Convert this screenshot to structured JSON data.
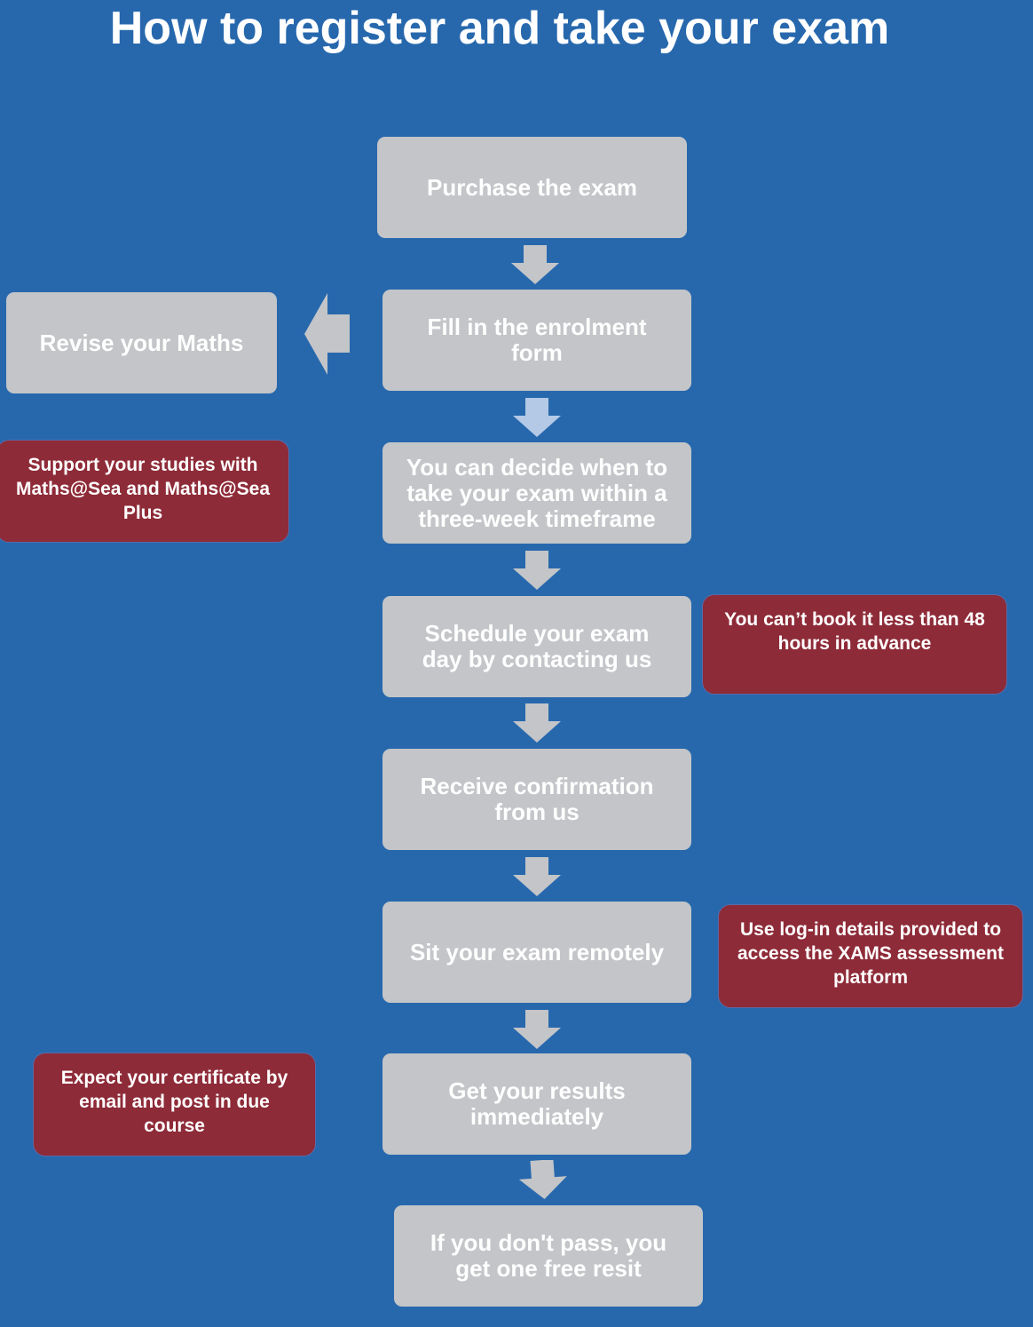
{
  "title": "How to register and take your exam",
  "steps": [
    "Purchase the exam",
    "Fill in the enrolment form",
    "You can decide when to take your exam within a three-week timeframe",
    "Schedule your exam day by contacting us",
    "Receive confirmation from us",
    "Sit your exam remotely",
    "Get your results immediately",
    "If you don't pass, you get one free resit"
  ],
  "side_step": "Revise your Maths",
  "notes": {
    "support": "Support your studies with Maths@Sea and Maths@Sea Plus",
    "booking": "You can’t book it less than 48 hours in advance",
    "login": "Use log-in details provided to access the XAMS assessment platform",
    "certificate": "Expect your certificate by email and post in due course"
  },
  "colors": {
    "background": "#2768ad",
    "step_box": "#c3c5c8",
    "note_box": "#8e2b38",
    "arrow": "#c3c5c8",
    "arrow_highlight": "#b4c9e6"
  }
}
